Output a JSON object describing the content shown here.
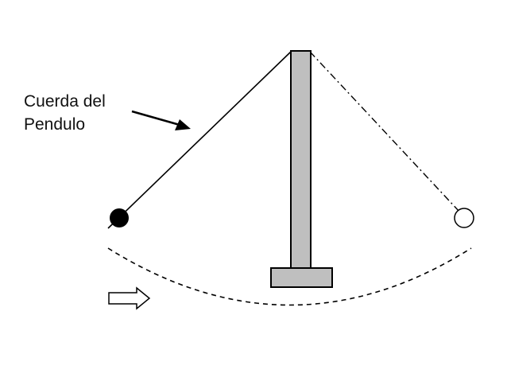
{
  "label": {
    "line1": "Cuerda del",
    "line2": "Pendulo"
  },
  "colors": {
    "stroke": "#000000",
    "post_fill": "#bfbfbf",
    "ball_solid": "#000000",
    "ball_hollow": "#ffffff",
    "background": "#ffffff"
  },
  "icons": {
    "direction": "right-arrow-outline"
  }
}
